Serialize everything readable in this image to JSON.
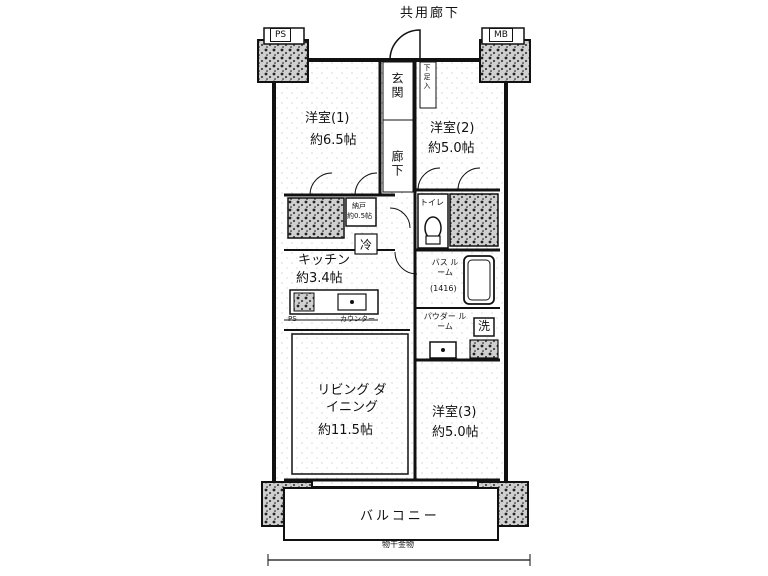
{
  "plan": {
    "corridor_label": "共用廊下",
    "ps_tag": "PS",
    "mb_tag": "MB",
    "entrance_label": "玄関",
    "hall_label": "廊下",
    "shoe_cabinet_label": "下足入",
    "storage_label": "納戸",
    "storage_size": "約0.5帖",
    "fridge_label": "冷",
    "toilet_label": "トイレ",
    "washer_label": "洗",
    "counter_label": "カウンター",
    "closet_mark": "PS",
    "balcony_label": "バルコニー",
    "drying_label": "物干金物"
  },
  "rooms": [
    {
      "name": "洋室(1)",
      "size": "約6.5帖"
    },
    {
      "name": "洋室(2)",
      "size": "約5.0帖"
    },
    {
      "name": "キッチン",
      "size": "約3.4帖"
    },
    {
      "name": "バス ルーム",
      "size": "(1416)"
    },
    {
      "name": "パウダー ルーム",
      "size": ""
    },
    {
      "name": "リビング ダイニング",
      "size": "約11.5帖"
    },
    {
      "name": "洋室(3)",
      "size": "約5.0帖"
    }
  ]
}
